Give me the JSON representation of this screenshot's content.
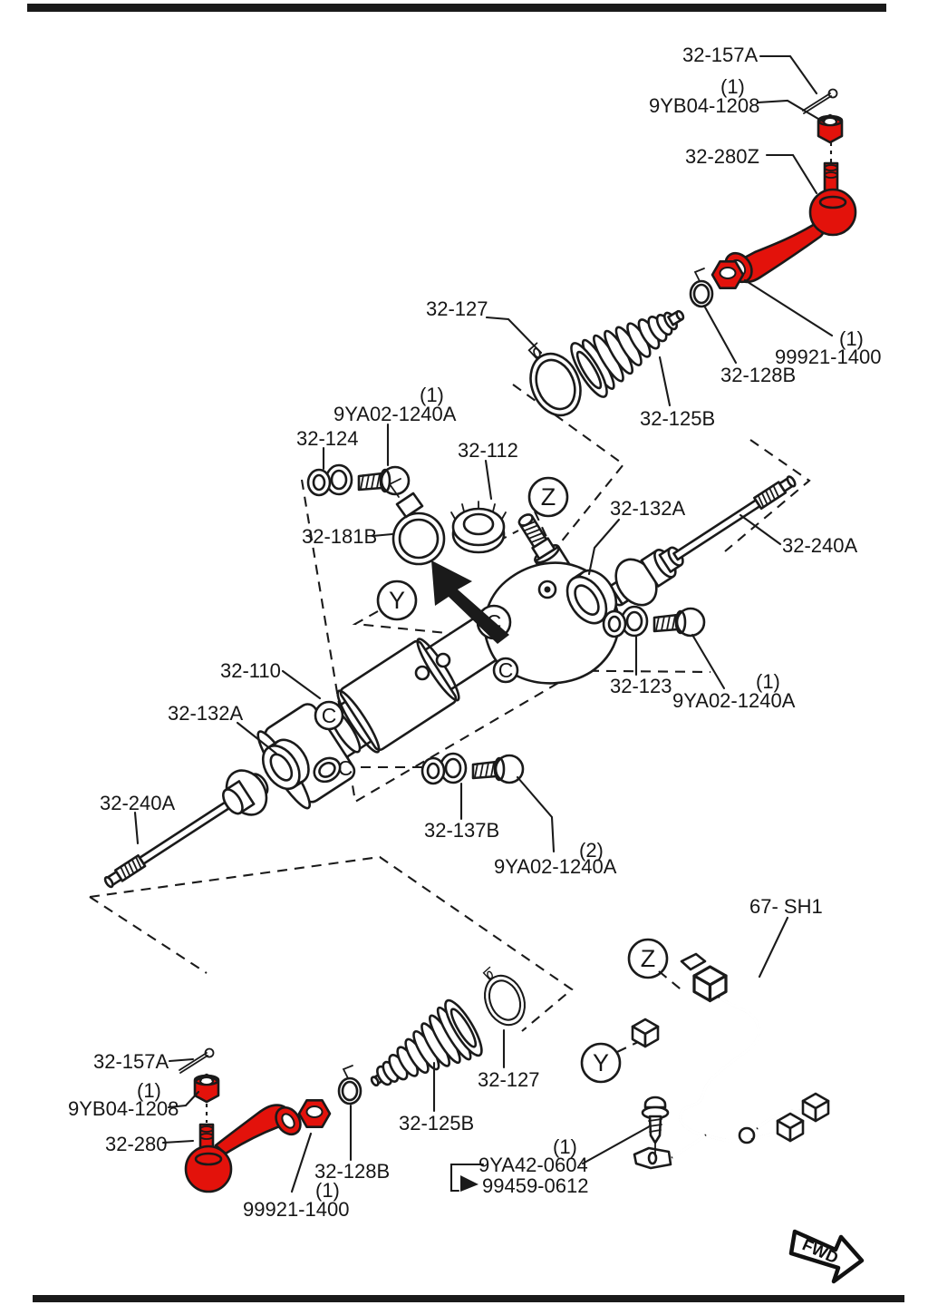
{
  "diagram": {
    "ink": "#1a1a1a",
    "highlight_red": "#e3120b",
    "fwd_marker": "FWD",
    "view_z": "Z",
    "view_y": "Y",
    "center_mark": "C"
  },
  "upper_tie_rod": {
    "cotter_pin": "32-157A",
    "nut_qty": "(1)",
    "nut": "9YB04-1208",
    "outer_end": "32-280Z",
    "lock_nut_qty": "(1)",
    "lock_nut": "99921-1400",
    "clamp_small": "32-128B",
    "boot": "32-125B",
    "clamp_large": "32-127"
  },
  "gear_assembly": {
    "bolt_a_qty": "(1)",
    "bolt_a": "9YA02-1240A",
    "washer_a": "32-124",
    "cap": "32-112",
    "clamp": "32-181B",
    "seal_right": "32-132A",
    "shaft_right": "32-240A",
    "washer_b": "32-123",
    "bolt_b_qty": "(1)",
    "bolt_b": "9YA02-1240A",
    "housing": "32-110",
    "seal_left": "32-132A",
    "shaft_left": "32-240A",
    "washer_c": "32-137B",
    "bolt_c_qty": "(2)",
    "bolt_c": "9YA02-1240A"
  },
  "harness": {
    "label": "67- SH1",
    "screw_qty": "(1)",
    "screw": "9YA42-0604",
    "screw_alt": "99459-0612"
  },
  "lower_tie_rod": {
    "cotter_pin": "32-157A",
    "nut_qty": "(1)",
    "nut": "9YB04-1208",
    "outer_end": "32-280",
    "clamp_small": "32-128B",
    "lock_nut_qty": "(1)",
    "lock_nut": "99921-1400",
    "boot": "32-125B",
    "clamp_large": "32-127"
  }
}
